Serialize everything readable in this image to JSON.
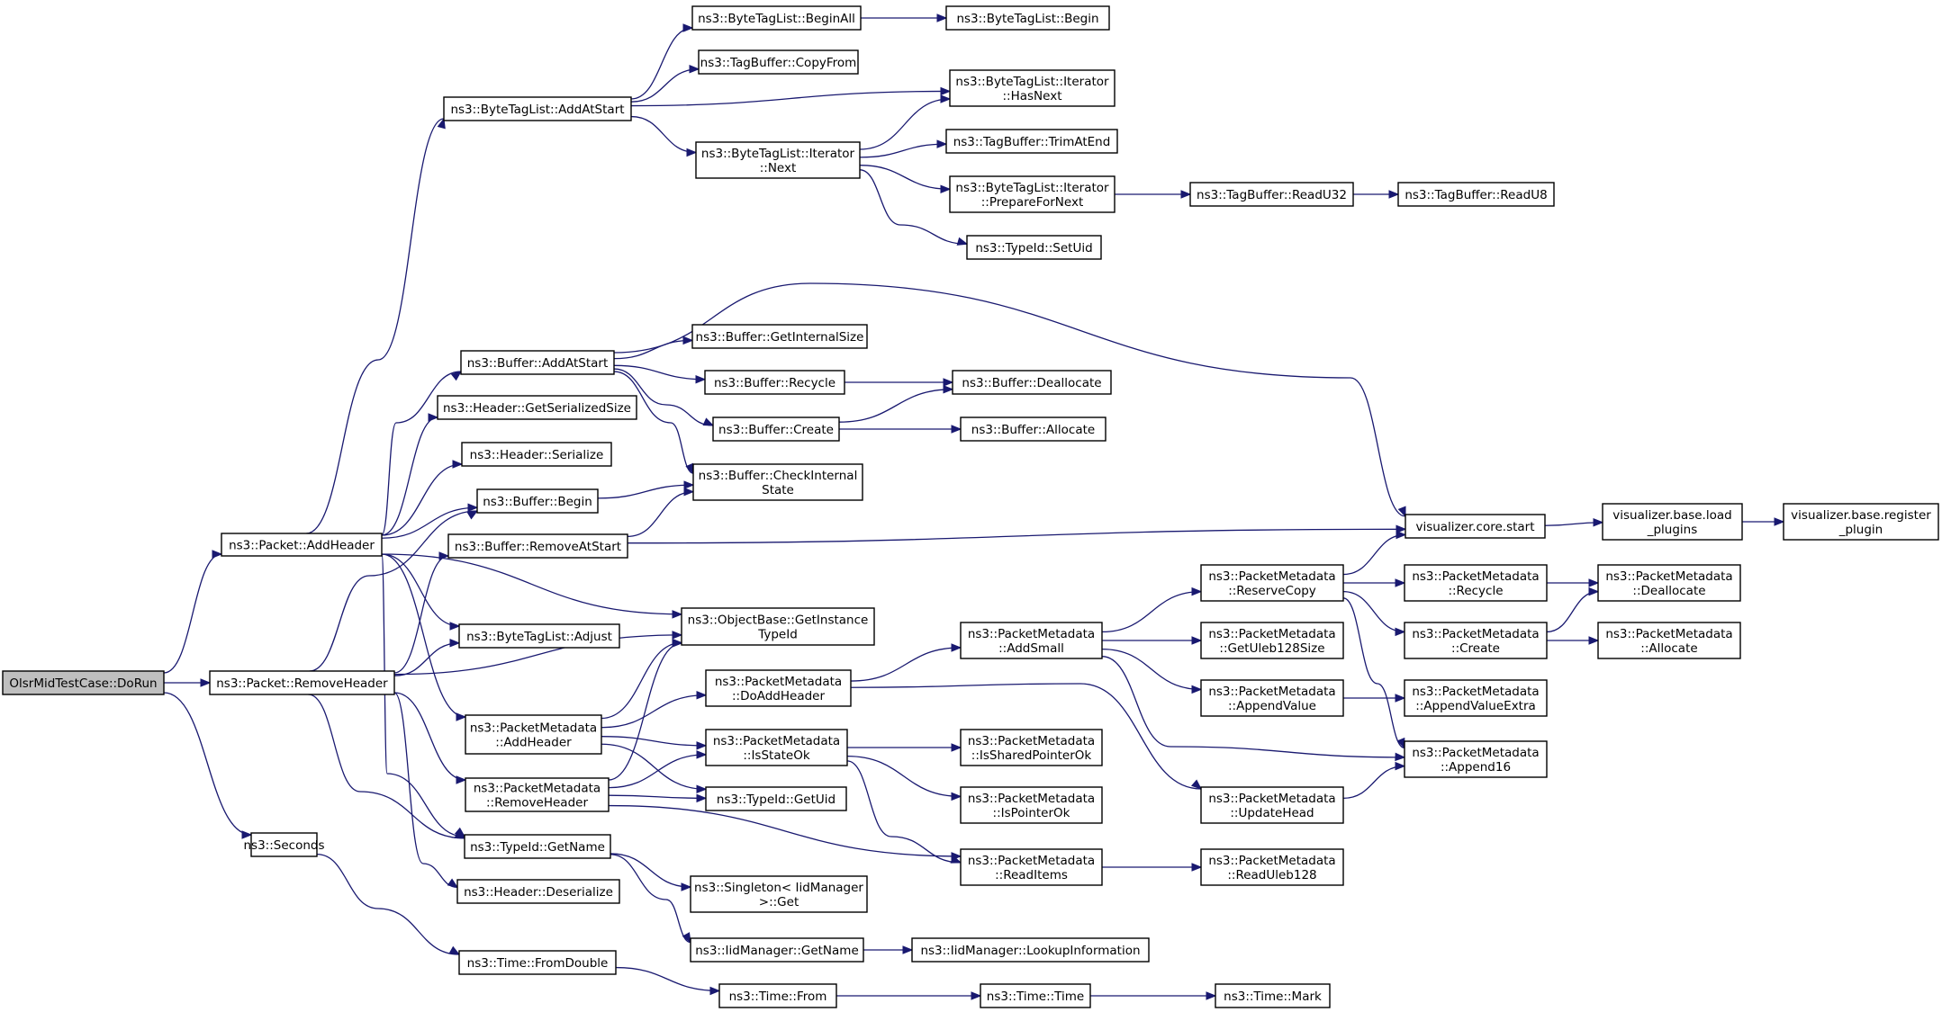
{
  "diagram": {
    "type": "call-graph",
    "edge_color": "#191970",
    "root_fill": "#bfbfbf",
    "nodes": [
      {
        "id": "dorun",
        "lines": [
          "OlsrMidTestCase::DoRun"
        ],
        "root": true
      },
      {
        "id": "addheader",
        "lines": [
          "ns3::Packet::AddHeader"
        ]
      },
      {
        "id": "removeheader",
        "lines": [
          "ns3::Packet::RemoveHeader"
        ]
      },
      {
        "id": "seconds",
        "lines": [
          "ns3::Seconds"
        ]
      },
      {
        "id": "btl_addatstart",
        "lines": [
          "ns3::ByteTagList::AddAtStart"
        ]
      },
      {
        "id": "buf_addatstart",
        "lines": [
          "ns3::Buffer::AddAtStart"
        ]
      },
      {
        "id": "hdr_getsersize",
        "lines": [
          "ns3::Header::GetSerializedSize"
        ]
      },
      {
        "id": "hdr_serialize",
        "lines": [
          "ns3::Header::Serialize"
        ]
      },
      {
        "id": "buf_begin",
        "lines": [
          "ns3::Buffer::Begin"
        ]
      },
      {
        "id": "buf_removeatstart",
        "lines": [
          "ns3::Buffer::RemoveAtStart"
        ]
      },
      {
        "id": "btl_adjust",
        "lines": [
          "ns3::ByteTagList::Adjust"
        ]
      },
      {
        "id": "pm_addheader",
        "lines": [
          "ns3::PacketMetadata",
          "::AddHeader"
        ]
      },
      {
        "id": "pm_removeheader",
        "lines": [
          "ns3::PacketMetadata",
          "::RemoveHeader"
        ]
      },
      {
        "id": "typeid_getname",
        "lines": [
          "ns3::TypeId::GetName"
        ]
      },
      {
        "id": "hdr_deserialize",
        "lines": [
          "ns3::Header::Deserialize"
        ]
      },
      {
        "id": "time_fromdouble",
        "lines": [
          "ns3::Time::FromDouble"
        ]
      },
      {
        "id": "btl_beginall",
        "lines": [
          "ns3::ByteTagList::BeginAll"
        ]
      },
      {
        "id": "tb_copyfrom",
        "lines": [
          "ns3::TagBuffer::CopyFrom"
        ]
      },
      {
        "id": "btl_it_next",
        "lines": [
          "ns3::ByteTagList::Iterator",
          "::Next"
        ]
      },
      {
        "id": "buf_getinternalsize",
        "lines": [
          "ns3::Buffer::GetInternalSize"
        ]
      },
      {
        "id": "buf_recycle",
        "lines": [
          "ns3::Buffer::Recycle"
        ]
      },
      {
        "id": "buf_create",
        "lines": [
          "ns3::Buffer::Create"
        ]
      },
      {
        "id": "buf_checkinternal",
        "lines": [
          "ns3::Buffer::CheckInternal",
          "State"
        ]
      },
      {
        "id": "ob_getinstancetypeid",
        "lines": [
          "ns3::ObjectBase::GetInstance",
          "TypeId"
        ]
      },
      {
        "id": "pm_doaddheader",
        "lines": [
          "ns3::PacketMetadata",
          "::DoAddHeader"
        ]
      },
      {
        "id": "pm_isstateok",
        "lines": [
          "ns3::PacketMetadata",
          "::IsStateOk"
        ]
      },
      {
        "id": "typeid_getuid",
        "lines": [
          "ns3::TypeId::GetUid"
        ]
      },
      {
        "id": "singleton_get",
        "lines": [
          "ns3::Singleton< IidManager",
          ">::Get"
        ]
      },
      {
        "id": "iid_getname",
        "lines": [
          "ns3::IidManager::GetName"
        ]
      },
      {
        "id": "time_from",
        "lines": [
          "ns3::Time::From"
        ]
      },
      {
        "id": "btl_begin",
        "lines": [
          "ns3::ByteTagList::Begin"
        ]
      },
      {
        "id": "btl_it_hasnext",
        "lines": [
          "ns3::ByteTagList::Iterator",
          "::HasNext"
        ]
      },
      {
        "id": "tb_trimatend",
        "lines": [
          "ns3::TagBuffer::TrimAtEnd"
        ]
      },
      {
        "id": "btl_it_preparefornext",
        "lines": [
          "ns3::ByteTagList::Iterator",
          "::PrepareForNext"
        ]
      },
      {
        "id": "typeid_setuid",
        "lines": [
          "ns3::TypeId::SetUid"
        ]
      },
      {
        "id": "buf_deallocate",
        "lines": [
          "ns3::Buffer::Deallocate"
        ]
      },
      {
        "id": "buf_allocate",
        "lines": [
          "ns3::Buffer::Allocate"
        ]
      },
      {
        "id": "pm_addsmall",
        "lines": [
          "ns3::PacketMetadata",
          "::AddSmall"
        ]
      },
      {
        "id": "pm_issharedpointerok",
        "lines": [
          "ns3::PacketMetadata",
          "::IsSharedPointerOk"
        ]
      },
      {
        "id": "pm_ispointerok",
        "lines": [
          "ns3::PacketMetadata",
          "::IsPointerOk"
        ]
      },
      {
        "id": "pm_readitems",
        "lines": [
          "ns3::PacketMetadata",
          "::ReadItems"
        ]
      },
      {
        "id": "iid_lookupinformation",
        "lines": [
          "ns3::IidManager::LookupInformation"
        ]
      },
      {
        "id": "time_time",
        "lines": [
          "ns3::Time::Time"
        ]
      },
      {
        "id": "tb_readu32",
        "lines": [
          "ns3::TagBuffer::ReadU32"
        ]
      },
      {
        "id": "pm_reservecopy",
        "lines": [
          "ns3::PacketMetadata",
          "::ReserveCopy"
        ]
      },
      {
        "id": "pm_getuleb128size",
        "lines": [
          "ns3::PacketMetadata",
          "::GetUleb128Size"
        ]
      },
      {
        "id": "pm_appendvalue",
        "lines": [
          "ns3::PacketMetadata",
          "::AppendValue"
        ]
      },
      {
        "id": "pm_updatehead",
        "lines": [
          "ns3::PacketMetadata",
          "::UpdateHead"
        ]
      },
      {
        "id": "pm_readuleb128",
        "lines": [
          "ns3::PacketMetadata",
          "::ReadUleb128"
        ]
      },
      {
        "id": "time_mark",
        "lines": [
          "ns3::Time::Mark"
        ]
      },
      {
        "id": "tb_readu8",
        "lines": [
          "ns3::TagBuffer::ReadU8"
        ]
      },
      {
        "id": "viz_core_start",
        "lines": [
          "visualizer.core.start"
        ]
      },
      {
        "id": "pm_recycle",
        "lines": [
          "ns3::PacketMetadata",
          "::Recycle"
        ]
      },
      {
        "id": "pm_create",
        "lines": [
          "ns3::PacketMetadata",
          "::Create"
        ]
      },
      {
        "id": "pm_appendvalueextra",
        "lines": [
          "ns3::PacketMetadata",
          "::AppendValueExtra"
        ]
      },
      {
        "id": "pm_append16",
        "lines": [
          "ns3::PacketMetadata",
          "::Append16"
        ]
      },
      {
        "id": "viz_base_loadplugins",
        "lines": [
          "visualizer.base.load",
          "_plugins"
        ]
      },
      {
        "id": "pm_deallocate",
        "lines": [
          "ns3::PacketMetadata",
          "::Deallocate"
        ]
      },
      {
        "id": "pm_allocate",
        "lines": [
          "ns3::PacketMetadata",
          "::Allocate"
        ]
      },
      {
        "id": "viz_base_registerplugin",
        "lines": [
          "visualizer.base.register",
          "_plugin"
        ]
      }
    ],
    "edges": [
      [
        "dorun",
        "addheader"
      ],
      [
        "dorun",
        "removeheader"
      ],
      [
        "dorun",
        "seconds"
      ],
      [
        "addheader",
        "btl_addatstart"
      ],
      [
        "addheader",
        "buf_addatstart"
      ],
      [
        "addheader",
        "hdr_getsersize"
      ],
      [
        "addheader",
        "hdr_serialize"
      ],
      [
        "addheader",
        "buf_begin"
      ],
      [
        "addheader",
        "btl_adjust"
      ],
      [
        "addheader",
        "pm_addheader"
      ],
      [
        "addheader",
        "typeid_getname"
      ],
      [
        "addheader",
        "ob_getinstancetypeid"
      ],
      [
        "removeheader",
        "buf_begin"
      ],
      [
        "removeheader",
        "buf_removeatstart"
      ],
      [
        "removeheader",
        "btl_adjust"
      ],
      [
        "removeheader",
        "pm_removeheader"
      ],
      [
        "removeheader",
        "typeid_getname"
      ],
      [
        "removeheader",
        "hdr_deserialize"
      ],
      [
        "removeheader",
        "ob_getinstancetypeid"
      ],
      [
        "seconds",
        "time_fromdouble"
      ],
      [
        "btl_addatstart",
        "btl_beginall"
      ],
      [
        "btl_addatstart",
        "tb_copyfrom"
      ],
      [
        "btl_addatstart",
        "btl_it_hasnext"
      ],
      [
        "btl_addatstart",
        "btl_it_next"
      ],
      [
        "btl_beginall",
        "btl_begin"
      ],
      [
        "btl_it_next",
        "btl_it_hasnext"
      ],
      [
        "btl_it_next",
        "tb_trimatend"
      ],
      [
        "btl_it_next",
        "btl_it_preparefornext"
      ],
      [
        "btl_it_next",
        "typeid_setuid"
      ],
      [
        "btl_it_preparefornext",
        "tb_readu32"
      ],
      [
        "tb_readu32",
        "tb_readu8"
      ],
      [
        "buf_addatstart",
        "buf_getinternalsize"
      ],
      [
        "buf_addatstart",
        "buf_recycle"
      ],
      [
        "buf_addatstart",
        "buf_create"
      ],
      [
        "buf_addatstart",
        "buf_checkinternal"
      ],
      [
        "buf_addatstart",
        "viz_core_start"
      ],
      [
        "buf_recycle",
        "buf_deallocate"
      ],
      [
        "buf_create",
        "buf_deallocate"
      ],
      [
        "buf_create",
        "buf_allocate"
      ],
      [
        "buf_begin",
        "buf_checkinternal"
      ],
      [
        "buf_removeatstart",
        "buf_checkinternal"
      ],
      [
        "buf_removeatstart",
        "viz_core_start"
      ],
      [
        "pm_addheader",
        "ob_getinstancetypeid"
      ],
      [
        "pm_addheader",
        "pm_doaddheader"
      ],
      [
        "pm_addheader",
        "pm_isstateok"
      ],
      [
        "pm_addheader",
        "typeid_getuid"
      ],
      [
        "pm_removeheader",
        "ob_getinstancetypeid"
      ],
      [
        "pm_removeheader",
        "pm_isstateok"
      ],
      [
        "pm_removeheader",
        "typeid_getuid"
      ],
      [
        "pm_removeheader",
        "pm_readitems"
      ],
      [
        "pm_doaddheader",
        "pm_addsmall"
      ],
      [
        "pm_doaddheader",
        "pm_updatehead"
      ],
      [
        "pm_isstateok",
        "pm_issharedpointerok"
      ],
      [
        "pm_isstateok",
        "pm_ispointerok"
      ],
      [
        "pm_isstateok",
        "pm_readitems"
      ],
      [
        "typeid_getname",
        "singleton_get"
      ],
      [
        "typeid_getname",
        "iid_getname"
      ],
      [
        "iid_getname",
        "iid_lookupinformation"
      ],
      [
        "time_fromdouble",
        "time_from"
      ],
      [
        "time_from",
        "time_time"
      ],
      [
        "time_time",
        "time_mark"
      ],
      [
        "pm_addsmall",
        "pm_reservecopy"
      ],
      [
        "pm_addsmall",
        "pm_getuleb128size"
      ],
      [
        "pm_addsmall",
        "pm_appendvalue"
      ],
      [
        "pm_addsmall",
        "pm_append16"
      ],
      [
        "pm_reservecopy",
        "viz_core_start"
      ],
      [
        "pm_reservecopy",
        "pm_recycle"
      ],
      [
        "pm_reservecopy",
        "pm_create"
      ],
      [
        "pm_reservecopy",
        "pm_append16"
      ],
      [
        "pm_recycle",
        "pm_deallocate"
      ],
      [
        "pm_create",
        "pm_deallocate"
      ],
      [
        "pm_create",
        "pm_allocate"
      ],
      [
        "pm_appendvalue",
        "pm_appendvalueextra"
      ],
      [
        "pm_updatehead",
        "pm_append16"
      ],
      [
        "pm_readitems",
        "pm_readuleb128"
      ],
      [
        "viz_core_start",
        "viz_base_loadplugins"
      ],
      [
        "viz_base_loadplugins",
        "viz_base_registerplugin"
      ]
    ]
  }
}
